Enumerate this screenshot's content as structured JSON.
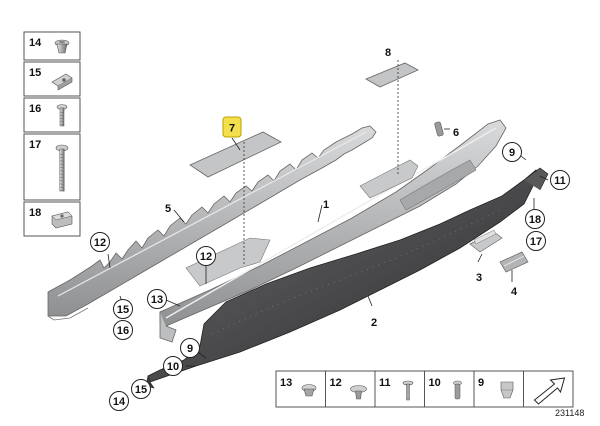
{
  "diagram_id": "231148",
  "parts_column": [
    {
      "num": "14",
      "icon": "clip-screw-icon"
    },
    {
      "num": "15",
      "icon": "spring-nut-icon"
    },
    {
      "num": "16",
      "icon": "short-screw-icon"
    },
    {
      "num": "17",
      "icon": "long-screw-icon"
    },
    {
      "num": "18",
      "icon": "u-nut-icon"
    }
  ],
  "legend": [
    {
      "num": "13",
      "icon": "round-clip-icon"
    },
    {
      "num": "12",
      "icon": "expansion-rivet-icon"
    },
    {
      "num": "11",
      "icon": "push-pin-icon"
    },
    {
      "num": "10",
      "icon": "tree-clip-icon"
    },
    {
      "num": "9",
      "icon": "clip-nut-icon"
    },
    {
      "num": "",
      "icon": "front-direction-arrow-icon"
    }
  ],
  "highlight_label": "7",
  "callouts": [
    {
      "id": "c-8",
      "num": "8",
      "style": "plain"
    },
    {
      "id": "c-6",
      "num": "6",
      "style": "plain"
    },
    {
      "id": "c-5",
      "num": "5",
      "style": "plain"
    },
    {
      "id": "c-1",
      "num": "1",
      "style": "plain"
    },
    {
      "id": "c-2",
      "num": "2",
      "style": "plain"
    },
    {
      "id": "c-3",
      "num": "3",
      "style": "plain"
    },
    {
      "id": "c-4",
      "num": "4",
      "style": "plain"
    },
    {
      "id": "c-9a",
      "num": "9",
      "style": "circle"
    },
    {
      "id": "c-11",
      "num": "11",
      "style": "circle"
    },
    {
      "id": "c-18",
      "num": "18",
      "style": "circle"
    },
    {
      "id": "c-17",
      "num": "17",
      "style": "circle"
    },
    {
      "id": "c-12a",
      "num": "12",
      "style": "circle"
    },
    {
      "id": "c-12b",
      "num": "12",
      "style": "circle"
    },
    {
      "id": "c-13",
      "num": "13",
      "style": "circle"
    },
    {
      "id": "c-15a",
      "num": "15",
      "style": "circle"
    },
    {
      "id": "c-16",
      "num": "16",
      "style": "circle"
    },
    {
      "id": "c-9b",
      "num": "9",
      "style": "circle"
    },
    {
      "id": "c-10",
      "num": "10",
      "style": "circle"
    },
    {
      "id": "c-15b",
      "num": "15",
      "style": "circle"
    },
    {
      "id": "c-14",
      "num": "14",
      "style": "circle"
    }
  ],
  "colors": {
    "part_gray": "#b9babb",
    "part_dark": "#4e4e4f",
    "highlight": "#f4e04d",
    "outline": "#555555"
  }
}
